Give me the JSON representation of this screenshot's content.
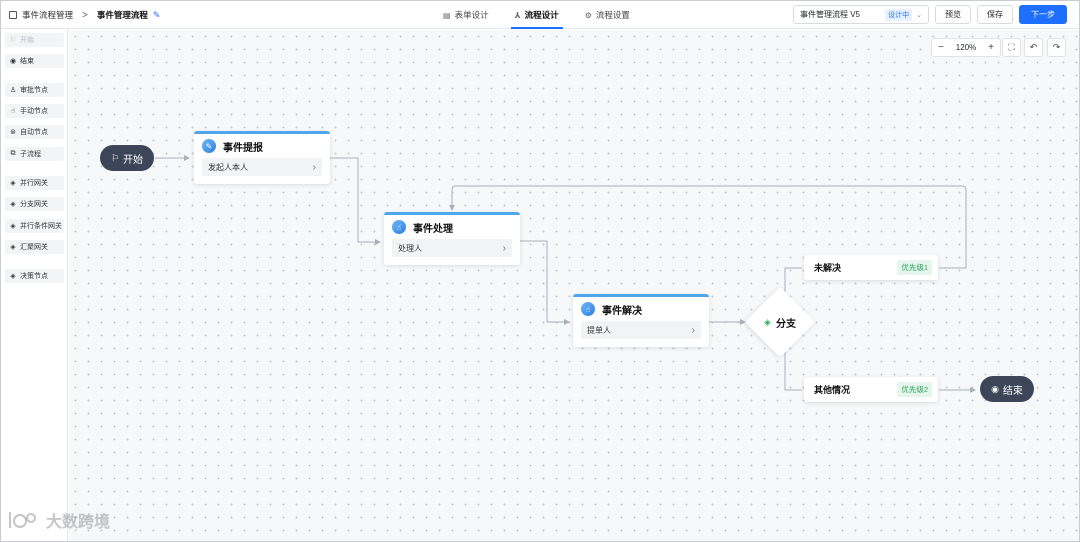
{
  "header": {
    "breadcrumb_root": "事件流程管理",
    "breadcrumb_separator": ">",
    "breadcrumb_current": "事件管理流程",
    "tabs": [
      {
        "label": "表单设计",
        "icon": "form-icon"
      },
      {
        "label": "流程设计",
        "icon": "flow-icon",
        "active": true
      },
      {
        "label": "流程设置",
        "icon": "gear-icon"
      }
    ],
    "version_label": "事件管理流程 V5",
    "version_badge": "设计中",
    "preview_label": "预览",
    "save_label": "保存",
    "next_label": "下一步"
  },
  "sidebar": {
    "items": [
      {
        "label": "开始",
        "icon": "flag-icon",
        "disabled": true
      },
      {
        "label": "结束",
        "icon": "end-circle-icon"
      },
      {
        "label": "审批节点",
        "icon": "approval-icon"
      },
      {
        "label": "手动节点",
        "icon": "hand-icon"
      },
      {
        "label": "自动节点",
        "icon": "auto-icon"
      },
      {
        "label": "子流程",
        "icon": "subprocess-icon"
      },
      {
        "label": "并行网关",
        "icon": "diamond-icon"
      },
      {
        "label": "分支网关",
        "icon": "diamond-icon"
      },
      {
        "label": "并行条件网关",
        "icon": "diamond-icon"
      },
      {
        "label": "汇聚网关",
        "icon": "diamond-icon"
      },
      {
        "label": "决策节点",
        "icon": "diamond-icon"
      }
    ]
  },
  "toolbar": {
    "zoom": "120%",
    "zoom_out": "−",
    "zoom_in": "+"
  },
  "flow": {
    "start_label": "开始",
    "end_label": "结束",
    "nodes": [
      {
        "title": "事件提报",
        "assignee": "发起人本人"
      },
      {
        "title": "事件处理",
        "assignee": "处理人"
      },
      {
        "title": "事件解决",
        "assignee": "提单人"
      }
    ],
    "gateway_label": "分支",
    "branches": [
      {
        "label": "未解决",
        "priority": "优先级1"
      },
      {
        "label": "其他情况",
        "priority": "优先级2"
      }
    ]
  },
  "watermark": "大数跨境",
  "colors": {
    "accent": "#1e6fff",
    "pill": "#3d4658",
    "priority_green": "#2aa160"
  }
}
